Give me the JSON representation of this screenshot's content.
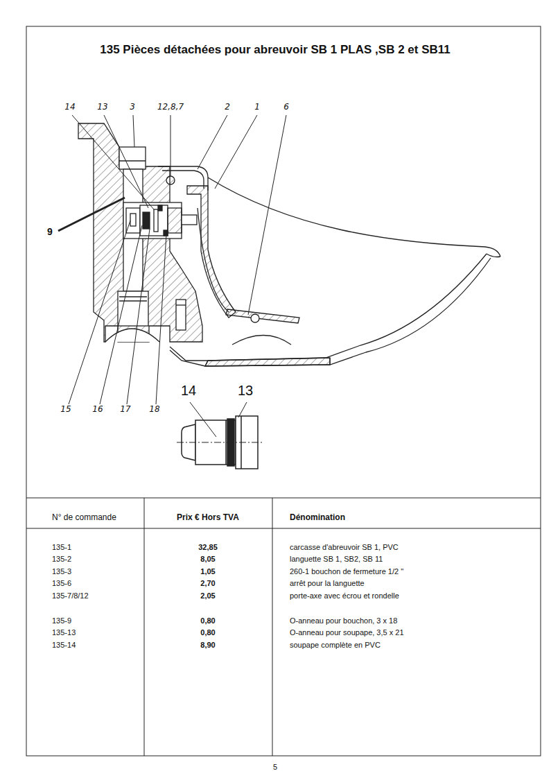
{
  "diagram": {
    "title": "135 Pièces détachées pour abreuvoir SB 1 PLAS ,SB 2 et SB11",
    "labels": [
      "14",
      "13",
      "3",
      "12,8,7",
      "2",
      "1",
      "6",
      "9",
      "15",
      "16",
      "17",
      "18",
      "14",
      "13",
      "N° de commande",
      "Prix € Hors TVA",
      "Dénomination",
      "135-1",
      "32,85",
      "carcasse d'abreuvoir SB 1, PVC",
      "135-2",
      "8,05",
      "languette SB 1, SB2, SB 11",
      "135-3",
      "1,05",
      "260-1 bouchon de fermeture 1/2 ''",
      "135-6",
      "2,70",
      "arrêt pour la languette",
      "135-7/8/12",
      "2,05",
      "porte-axe avec écrou et rondelle",
      "135-9",
      "0,80",
      "O-anneau pour bouchon, 3 x 18",
      "135-13",
      "0,80",
      "O-anneau pour soupape, 3,5 x 21",
      "135-14",
      "8,90",
      "soupape complète en PVC",
      "5"
    ]
  }
}
